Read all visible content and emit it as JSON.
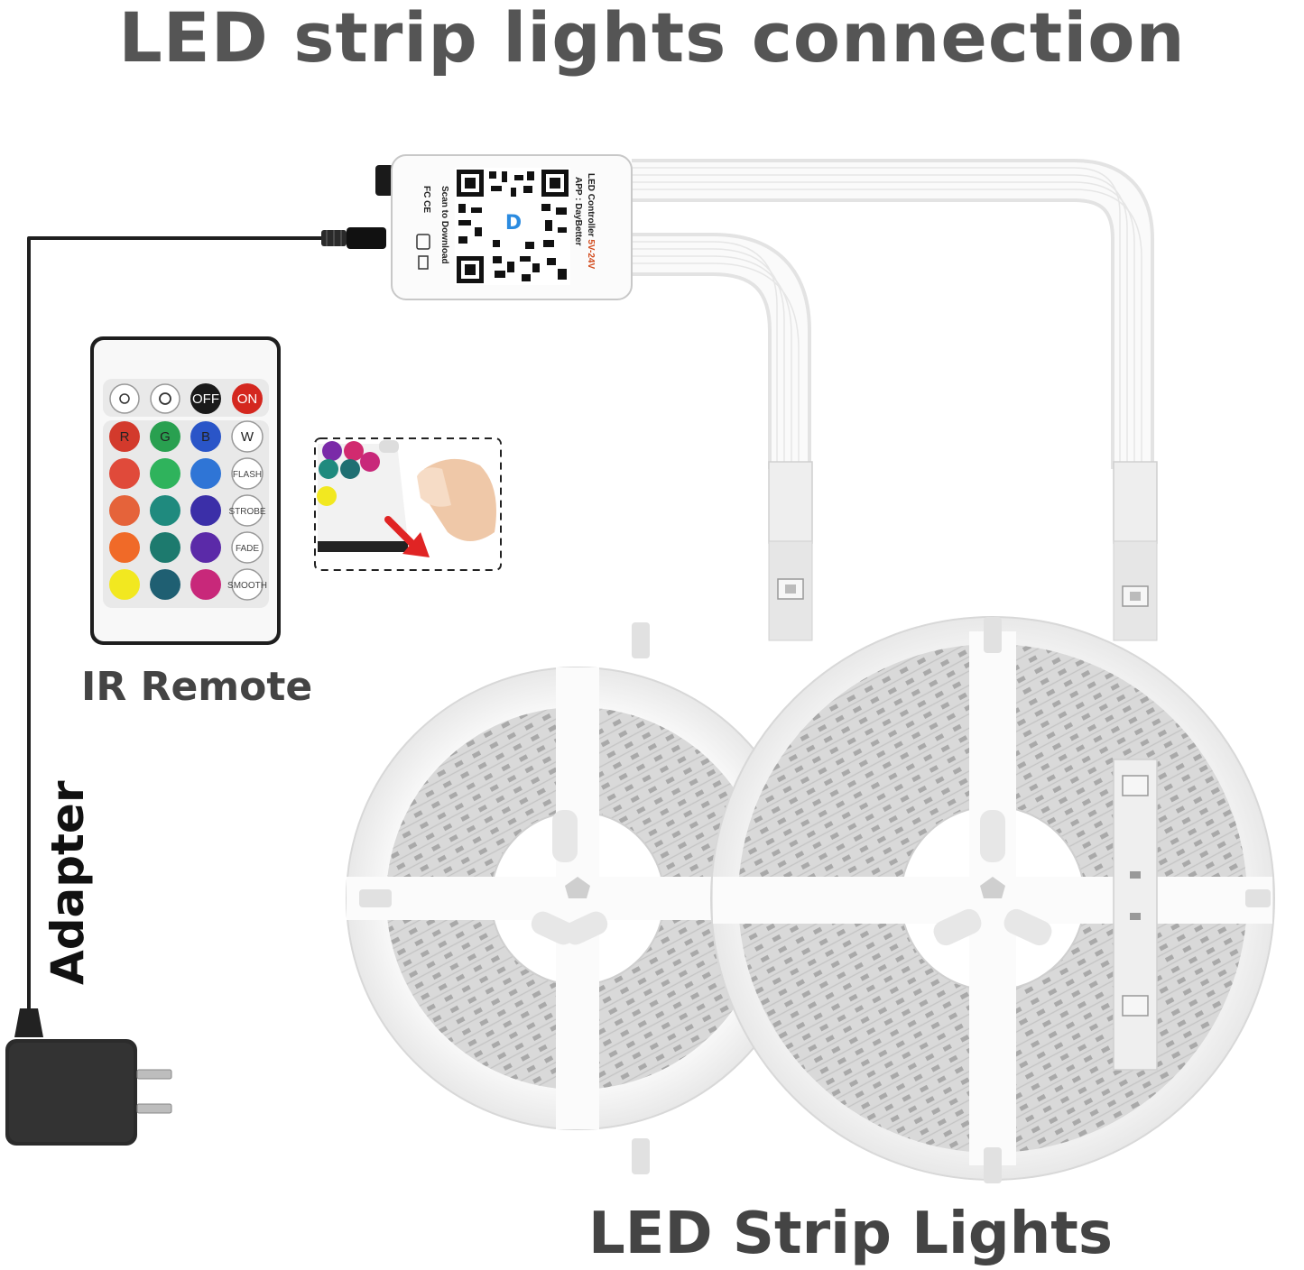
{
  "title": "LED strip lights connection",
  "labels": {
    "ir_remote": "IR Remote",
    "adapter": "Adapter",
    "led_strip_lights": "LED Strip Lights"
  },
  "controller": {
    "line1_prefix": "LED Controller",
    "line1_voltage": "5V-24V",
    "line2": "APP : DayBetter",
    "line3": "Scan to Download",
    "marks": "FC CE",
    "qr_center": "D"
  },
  "remote": {
    "top_buttons": [
      "OFF",
      "ON"
    ],
    "rgbw": [
      "R",
      "G",
      "B",
      "W"
    ],
    "mode_buttons": [
      "FLASH",
      "STROBE",
      "FADE",
      "SMOOTH"
    ]
  },
  "colors": {
    "title": "#555555",
    "label": "#444444",
    "cable": "#222222",
    "reel": "#f4f4f4",
    "strip": "#d6d6d6",
    "arrow": "#e02424"
  }
}
